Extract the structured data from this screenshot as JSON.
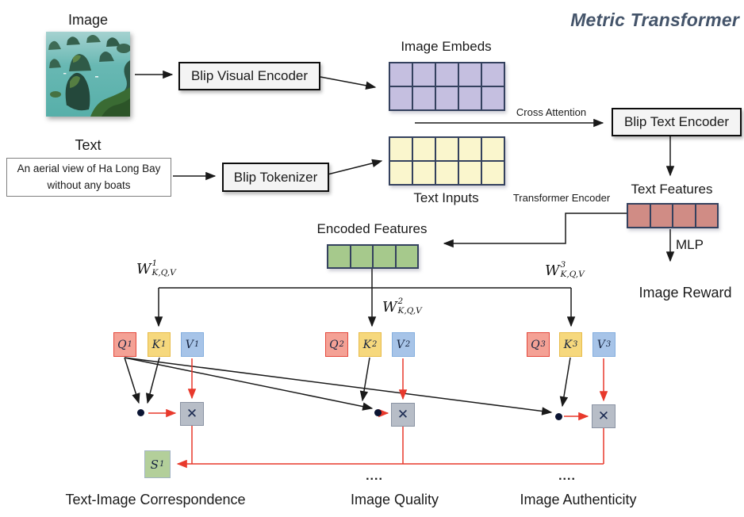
{
  "title": "Metric Transformer",
  "colors": {
    "title": "#44546a",
    "arrow_black": "#1a1a1a",
    "arrow_red": "#e8392c",
    "cell_border": "#34415e",
    "image_embeds_fill": "#c5bfe0",
    "text_inputs_fill": "#faf6cd",
    "text_features_fill": "#d08c85",
    "encoded_features_fill": "#a6c98c",
    "q_fill": "#f4a195",
    "q_border": "#e4483c",
    "k_fill": "#f6d87d",
    "k_border": "#e8bc4a",
    "v_fill": "#a7c4e8",
    "v_border": "#84aede",
    "multiply_fill": "#b7bdc7",
    "score_fill": "#b3cf9a"
  },
  "inputs": {
    "image_label": "Image",
    "text_label": "Text",
    "caption_line1": "An aerial view of Ha Long Bay",
    "caption_line2": "without any boats"
  },
  "encoders": {
    "visual": "Blip Visual Encoder",
    "tokenizer": "Blip Tokenizer",
    "text": "Blip Text Encoder"
  },
  "grids": {
    "image_embeds": {
      "label": "Image Embeds",
      "rows": 2,
      "cols": 5,
      "fill": "#c5bfe0"
    },
    "text_inputs": {
      "label": "Text Inputs",
      "rows": 2,
      "cols": 5,
      "fill": "#faf6cd"
    },
    "text_features": {
      "label": "Text Features",
      "rows": 1,
      "cols": 4,
      "fill": "#d08c85"
    },
    "encoded_features": {
      "label": "Encoded Features",
      "rows": 1,
      "cols": 4,
      "fill": "#a6c98c"
    }
  },
  "flow_labels": {
    "cross_attention": "Cross Attention",
    "transformer_encoder": "Transformer Encoder",
    "mlp": "MLP",
    "image_reward": "Image Reward"
  },
  "weights": [
    {
      "base": "W",
      "sup": "1",
      "sub": "K,Q,V"
    },
    {
      "base": "W",
      "sup": "2",
      "sub": "K,Q,V"
    },
    {
      "base": "W",
      "sup": "3",
      "sub": "K,Q,V"
    }
  ],
  "heads": [
    {
      "q": "Q",
      "qs": "1",
      "k": "K",
      "ks": "1",
      "v": "V",
      "vs": "1"
    },
    {
      "q": "Q",
      "qs": "2",
      "k": "K",
      "ks": "2",
      "v": "V",
      "vs": "2"
    },
    {
      "q": "Q",
      "qs": "3",
      "k": "K",
      "ks": "3",
      "v": "V",
      "vs": "3"
    }
  ],
  "operators": {
    "multiply": "✕",
    "ellipsis": "...."
  },
  "score": {
    "base": "S",
    "sub": "1"
  },
  "outputs": {
    "branch1": "Text-Image Correspondence",
    "branch2": "Image Quality",
    "branch3": "Image Authenticity"
  }
}
